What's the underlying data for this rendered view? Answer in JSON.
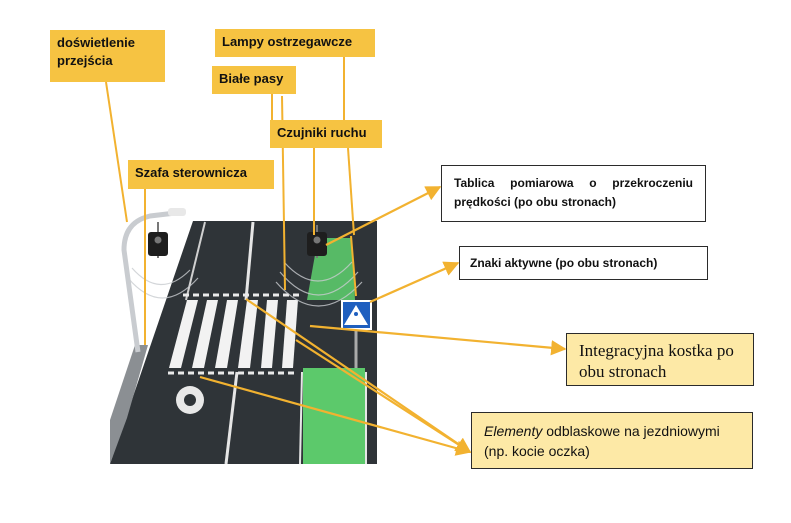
{
  "labels": {
    "lighting": "doświetlenie przejścia",
    "warning_lamps": "Lampy ostrzegawcze",
    "white_stripes": "Białe pasy",
    "motion_sensors": "Czujniki ruchu",
    "control_cabinet": "Szafa sterownicza"
  },
  "boxes": {
    "speed_board": "Tablica pomiarowa o przekroczeniu prędkości (po obu stronach)",
    "active_signs": "Znaki aktywne  (po obu stronach)",
    "integration_cube": "Integracyjna kostka po obu stronach",
    "reflective_italic": "Elementy",
    "reflective_rest": " odblaskowe na jezdniowymi (np. kocie oczka)"
  },
  "colors": {
    "label_fill": "#f6c342",
    "highlight_box_fill": "#fde9a6",
    "arrow": "#f2b230",
    "road": "#2f3438",
    "bike_lane": "#5cc96b"
  }
}
